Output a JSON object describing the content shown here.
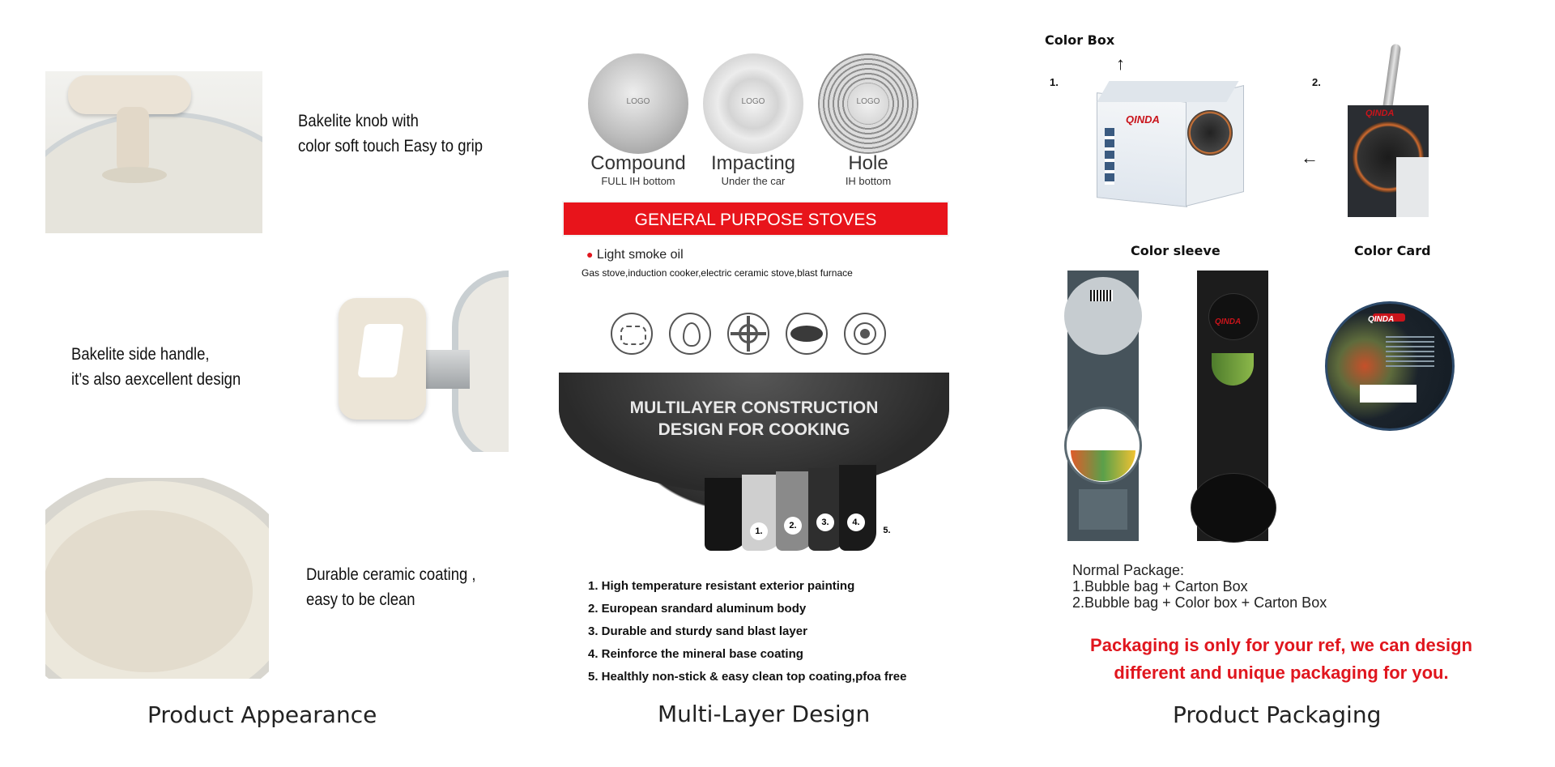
{
  "appearance": {
    "caption": "Product Appearance",
    "knob_text": [
      "Bakelite knob with",
      "color soft touch Easy to grip"
    ],
    "handle_text": [
      "Bakelite side handle,",
      "it’s also aexcellent design"
    ],
    "coating_text": [
      "Durable ceramic coating ,",
      "easy to be clean"
    ]
  },
  "multilayer": {
    "caption": "Multi-Layer Design",
    "bottoms": [
      {
        "title": "Compound",
        "sub": "FULL IH bottom",
        "logo": "LOGO"
      },
      {
        "title": "Impacting",
        "sub": "Under the car",
        "logo": "LOGO"
      },
      {
        "title": "Hole",
        "sub": "IH bottom",
        "logo": "LOGO"
      }
    ],
    "banner": "GENERAL PURPOSE STOVES",
    "bullet": "Light smoke oil",
    "stoves_line": "Gas stove,induction cooker,electric ceramic stove,blast furnace",
    "stove_icons": [
      "induction-coil-icon",
      "flame-icon",
      "gas-burner-icon",
      "ceramic-plate-icon",
      "blast-furnace-icon"
    ],
    "construction_title": [
      "MULTILAYER CONSTRUCTION",
      "DESIGN FOR COOKING"
    ],
    "layer_numbers": [
      "1.",
      "2.",
      "3.",
      "4.",
      "5."
    ],
    "layers": [
      "1. High temperature resistant exterior painting",
      "2. European srandard aluminum body",
      "3. Durable and sturdy sand blast layer",
      "4. Reinforce the mineral base coating",
      "5. Healthly non-stick & easy clean top coating,pfoa free"
    ]
  },
  "packaging": {
    "caption": "Product Packaging",
    "color_box_label": "Color Box",
    "num1": "1.",
    "num2": "2.",
    "color_sleeve_label": "Color sleeve",
    "color_card_label": "Color Card",
    "brand": "QINDA",
    "normal_title": "Normal Package:",
    "normal_items": [
      "1.Bubble bag + Carton Box",
      "2.Bubble bag + Color box + Carton Box"
    ],
    "notice": [
      "Packaging is only for your ref, we can design",
      "different and unique packaging for you."
    ]
  },
  "colors": {
    "accent_red": "#e0161e",
    "banner_red": "#e8141b",
    "cream": "#e7e2d6",
    "dark": "#1c1c1c"
  }
}
